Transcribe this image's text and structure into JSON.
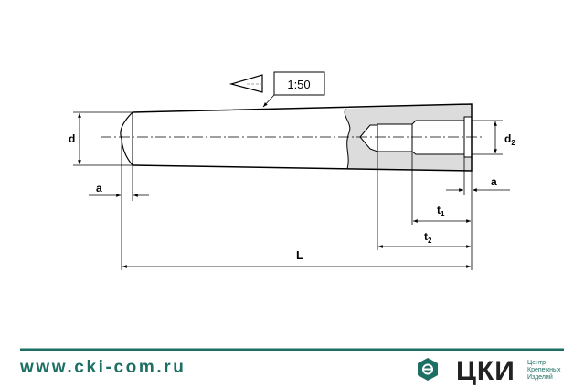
{
  "drawing": {
    "taper_ratio": "1:50",
    "labels": {
      "d": "d",
      "d2": "d",
      "d2_sub": "2",
      "a_left": "a",
      "a_right": "a",
      "t1": "t",
      "t1_sub": "1",
      "t2": "t",
      "t2_sub": "2",
      "L": "L"
    }
  },
  "footer": {
    "url": "www.cki-com.ru",
    "brand": "ЦКИ",
    "brand_lines": [
      "Центр",
      "Крепежных",
      "Изделий"
    ],
    "accent_color": "#1d6f63"
  }
}
